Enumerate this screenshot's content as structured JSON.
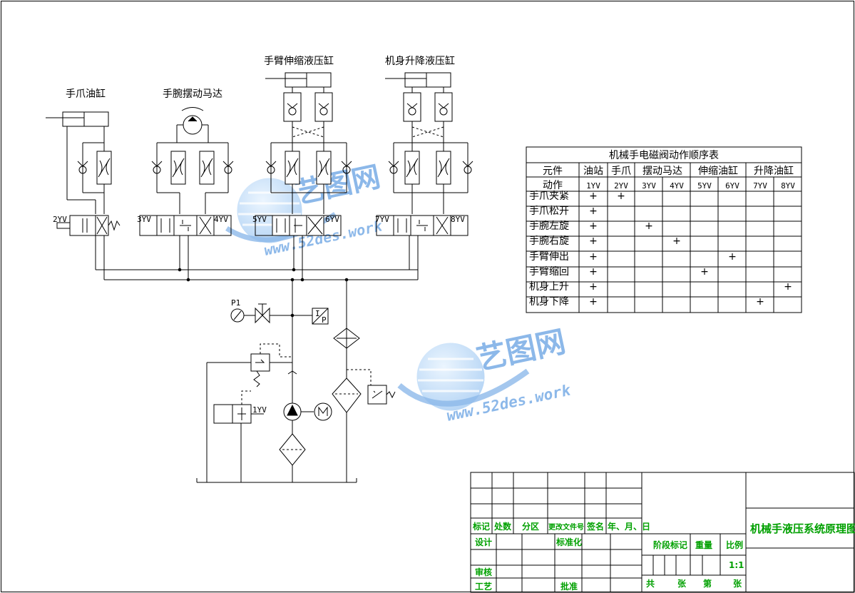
{
  "labels": {
    "gripper_cyl": "手爪油缸",
    "wrist_motor": "手腕摆动马达",
    "arm_cyl": "手臂伸缩液压缸",
    "body_cyl": "机身升降液压缸",
    "v2": "2YV",
    "v3": "3YV",
    "v4": "4YV",
    "v5": "5YV",
    "v6": "6YV",
    "v7": "7YV",
    "v8": "8YV",
    "v1": "1YV",
    "p1": "P1",
    "ps_i": "I",
    "ps_p": "P"
  },
  "watermark": {
    "name": "艺图网",
    "url": "www.52des.work",
    "color": "#2f7fd8"
  },
  "seq_table": {
    "title": "机械手电磁阀动作顺序表",
    "header1": [
      "元件",
      "油站",
      "手爪",
      "摆动马达",
      "伸缩油缸",
      "升降油缸"
    ],
    "header2": [
      "动作",
      "1YV",
      "2YV",
      "3YV",
      "4YV",
      "5YV",
      "6YV",
      "7YV",
      "8YV"
    ],
    "rows": [
      {
        "name": "手爪夹紧",
        "marks": [
          1,
          1,
          0,
          0,
          0,
          0,
          0,
          0
        ]
      },
      {
        "name": "手爪松开",
        "marks": [
          1,
          0,
          0,
          0,
          0,
          0,
          0,
          0
        ]
      },
      {
        "name": "手腕左旋",
        "marks": [
          1,
          0,
          1,
          0,
          0,
          0,
          0,
          0
        ]
      },
      {
        "name": "手腕右旋",
        "marks": [
          1,
          0,
          0,
          1,
          0,
          0,
          0,
          0
        ]
      },
      {
        "name": "手臂伸出",
        "marks": [
          1,
          0,
          0,
          0,
          0,
          1,
          0,
          0
        ]
      },
      {
        "name": "手臂缩回",
        "marks": [
          1,
          0,
          0,
          0,
          1,
          0,
          0,
          0
        ]
      },
      {
        "name": "机身上升",
        "marks": [
          1,
          0,
          0,
          0,
          0,
          0,
          0,
          1
        ]
      },
      {
        "name": "机身下降",
        "marks": [
          1,
          0,
          0,
          0,
          0,
          0,
          1,
          0
        ]
      }
    ],
    "mark_symbol": "+"
  },
  "title_block": {
    "title": "机械手液压系统原理图",
    "biaoji": "标记",
    "chushu": "处数",
    "fenqu": "分区",
    "gengai": "更改文件号",
    "qianming": "签名",
    "date": "年、月、日",
    "sheji": "设计",
    "biaozhunhua": "标准化",
    "jieduan": "阶段标记",
    "zhongliang": "重量",
    "bili": "比例",
    "bili_val": "1:1",
    "shenhe": "审核",
    "gongyi": "工艺",
    "pizhun": "批准",
    "gong": "共",
    "zhang1": "张",
    "di": "第",
    "zhang2": "张",
    "label_color": "#00a000"
  }
}
